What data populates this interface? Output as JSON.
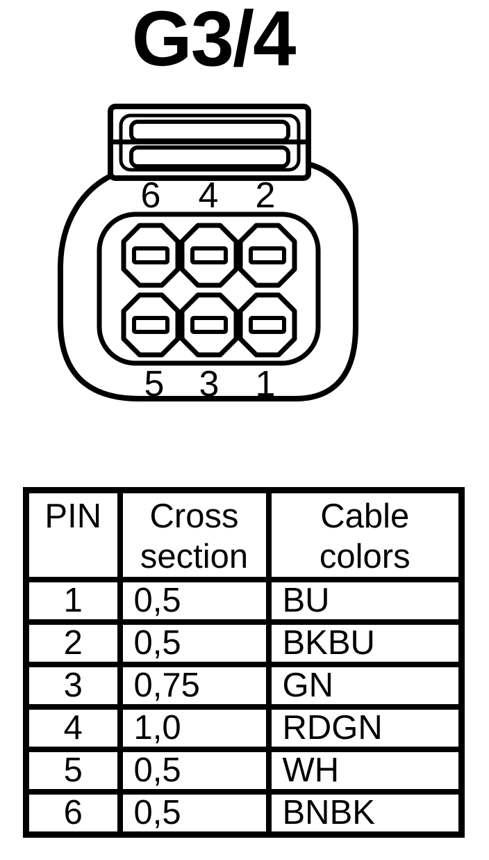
{
  "title": "G3/4",
  "colors": {
    "ink": "#000000",
    "background": "#ffffff"
  },
  "connector": {
    "description": "6-pin connector face view",
    "top_row_pins": [
      "6",
      "4",
      "2"
    ],
    "bottom_row_pins": [
      "5",
      "3",
      "1"
    ]
  },
  "table": {
    "headers": [
      "PIN",
      "Cross section",
      "Cable colors"
    ],
    "rows": [
      {
        "pin": "1",
        "cross_section": "0,5",
        "cable_color": "BU"
      },
      {
        "pin": "2",
        "cross_section": "0,5",
        "cable_color": "BKBU"
      },
      {
        "pin": "3",
        "cross_section": "0,75",
        "cable_color": "GN"
      },
      {
        "pin": "4",
        "cross_section": "1,0",
        "cable_color": "RDGN"
      },
      {
        "pin": "5",
        "cross_section": "0,5",
        "cable_color": "WH"
      },
      {
        "pin": "6",
        "cross_section": "0,5",
        "cable_color": "BNBK"
      }
    ]
  }
}
